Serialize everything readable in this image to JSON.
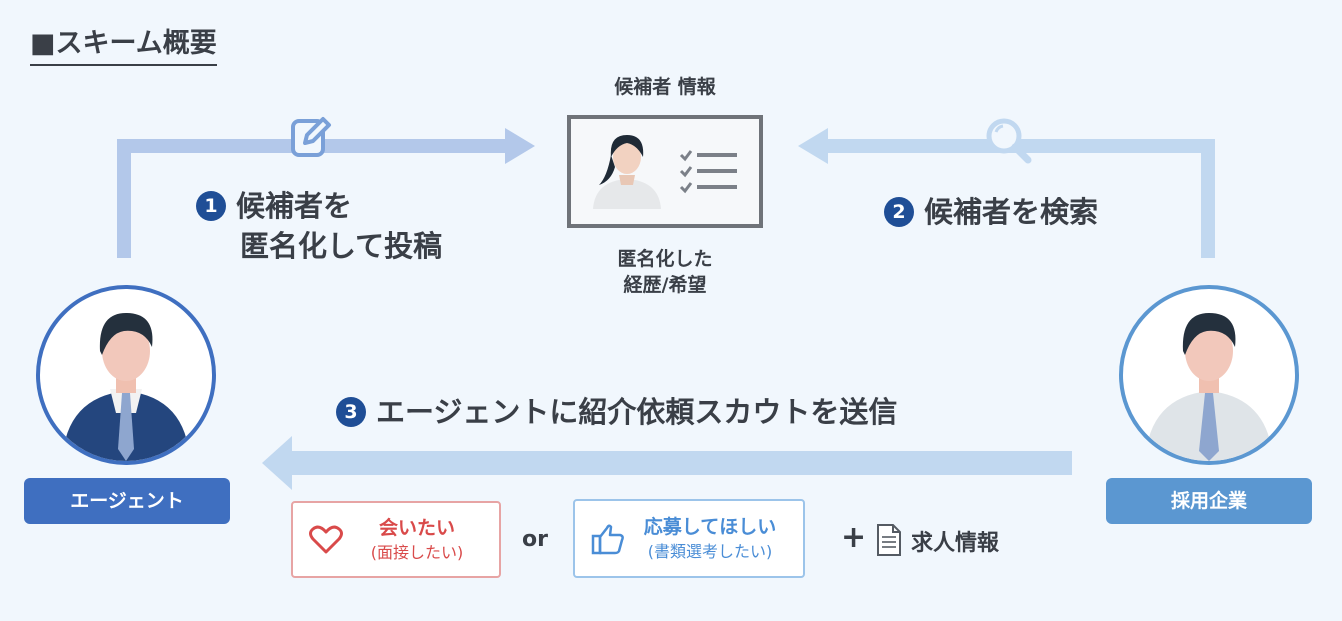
{
  "title": "■スキーム概要",
  "card": {
    "top_caption": "候補者 情報",
    "bottom_caption_line1": "匿名化した",
    "bottom_caption_line2": "経歴/希望"
  },
  "steps": [
    {
      "number": "1",
      "line1": "候補者を",
      "line2": "匿名化して投稿"
    },
    {
      "number": "2",
      "line1": "候補者を検索"
    },
    {
      "number": "3",
      "line1": "エージェントに紹介依頼スカウトを送信"
    }
  ],
  "agent": {
    "label": "エージェント",
    "color": "#3f6fc0"
  },
  "company": {
    "label": "採用企業",
    "color": "#5b97d1"
  },
  "options": {
    "meet": {
      "main": "会いたい",
      "sub": "(面接したい)",
      "color": "#d94a4a"
    },
    "or": "or",
    "want": {
      "main": "応募してほしい",
      "sub": "(書類選考したい)",
      "color": "#4a8dd6"
    }
  },
  "job_info": {
    "plus": "+",
    "label": "求人情報",
    "icon": "document-icon"
  },
  "colors": {
    "arrow_left": "#b3c8ea",
    "arrow_right": "#c1d8f0",
    "background": "#f1f7fd"
  }
}
